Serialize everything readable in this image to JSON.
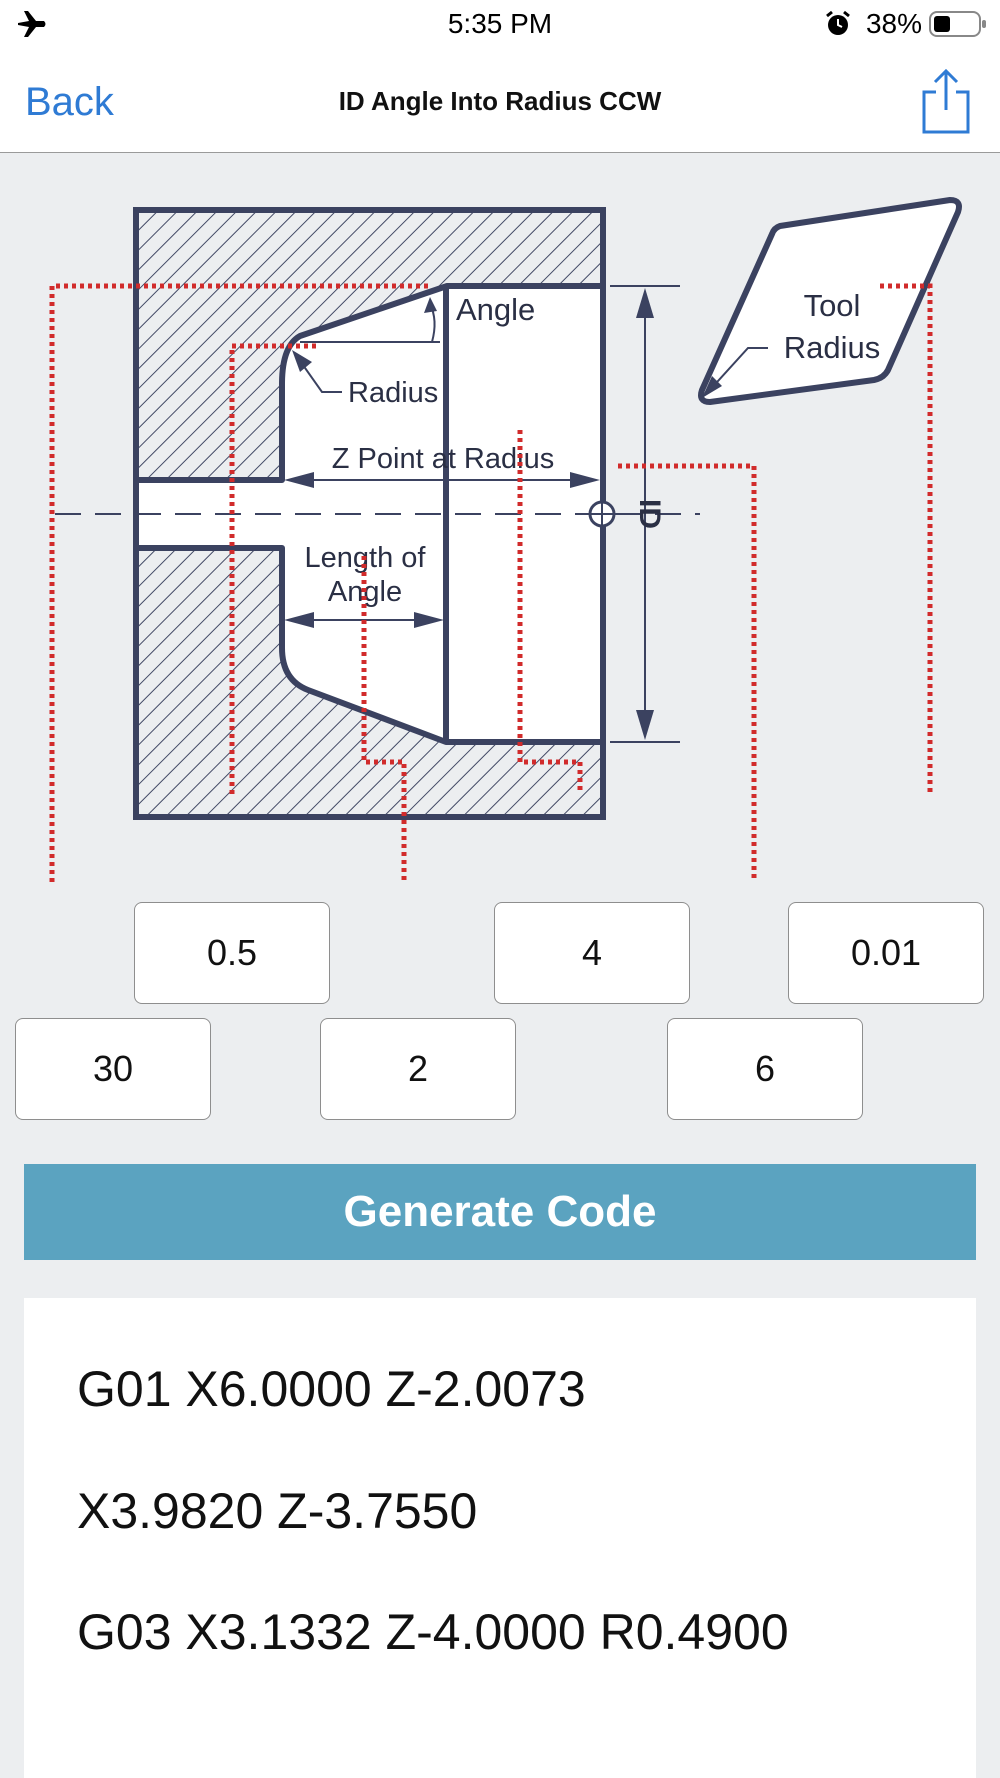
{
  "status_bar": {
    "time": "5:35 PM",
    "battery": "38%"
  },
  "nav": {
    "back_label": "Back",
    "title": "ID Angle Into Radius CCW"
  },
  "diagram": {
    "labels": {
      "angle": "Angle",
      "radius": "Radius",
      "z_point": "Z Point at Radius",
      "length_1": "Length of",
      "length_2": "Angle",
      "tool_1": "Tool",
      "tool_2": "Radius",
      "id": "ID"
    }
  },
  "inputs": {
    "radius": "0.5",
    "z_point": "4",
    "tool_radius": "0.01",
    "angle": "30",
    "length": "2",
    "id": "6"
  },
  "generate_label": "Generate Code",
  "output_lines": [
    "G01 X6.0000 Z-2.0073",
    "X3.9820 Z-3.7550",
    "G03 X3.1332 Z-4.0000 R0.4900"
  ],
  "colors": {
    "accent": "#5ba3c0",
    "link": "#2f7bd4",
    "outline": "#3b4260",
    "dotted": "#d12b2b"
  }
}
